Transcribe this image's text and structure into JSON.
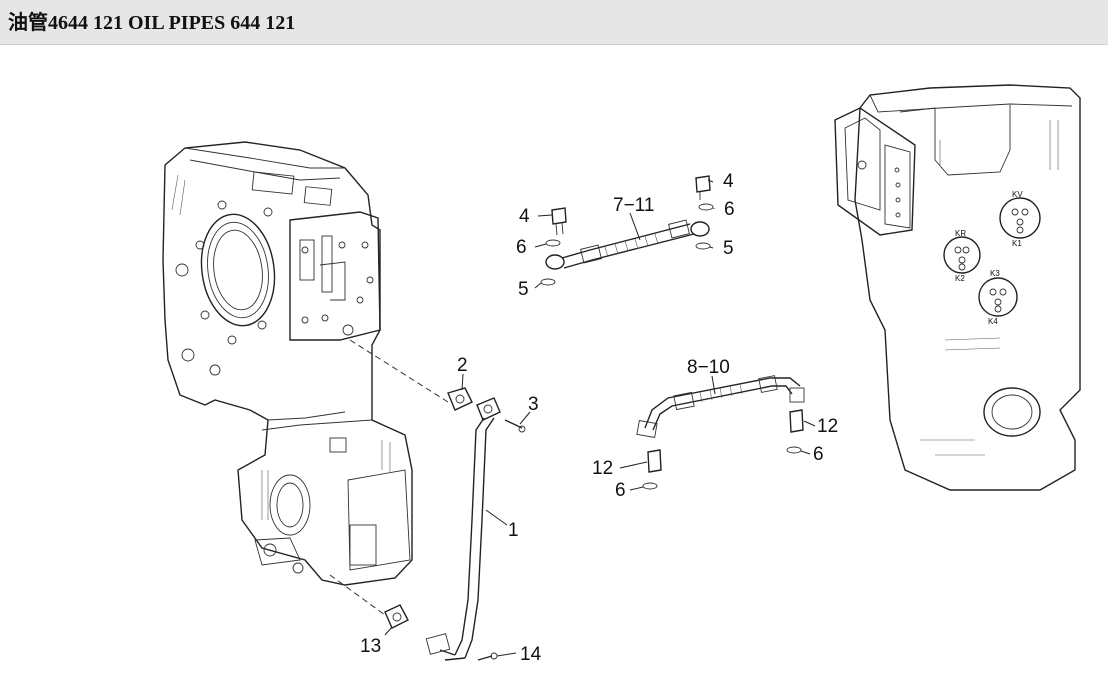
{
  "header": {
    "title": "油管4644 121    OIL PIPES 644 121"
  },
  "callouts": {
    "c1": "1",
    "c2": "2",
    "c3": "3",
    "c4a": "4",
    "c4b": "4",
    "c5a": "5",
    "c5b": "5",
    "c6a": "6",
    "c6b": "6",
    "c6c": "6",
    "c6d": "6",
    "c7_11": "7−11",
    "c8_10": "8−10",
    "c12a": "12",
    "c12b": "12",
    "c13": "13",
    "c14": "14"
  },
  "housing_labels": {
    "kv": "KV",
    "k1": "K1",
    "kr": "KR",
    "k2": "K2",
    "k3": "K3",
    "k4": "K4"
  }
}
